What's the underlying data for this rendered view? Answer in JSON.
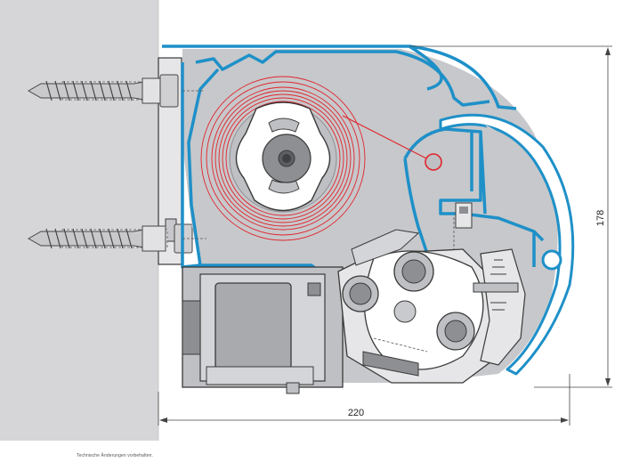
{
  "dimensions": {
    "height_label": "178",
    "width_label": "220"
  },
  "footnote": "Technische Änderungen vorbehalten.",
  "colors": {
    "wall": "#d6d6d8",
    "profile_blue": "#1e90c8",
    "spring_red": "#e0242c",
    "housing_grey": "#bfc0c3",
    "dark_grey": "#8d8f93",
    "outline": "#3a3a3a"
  }
}
